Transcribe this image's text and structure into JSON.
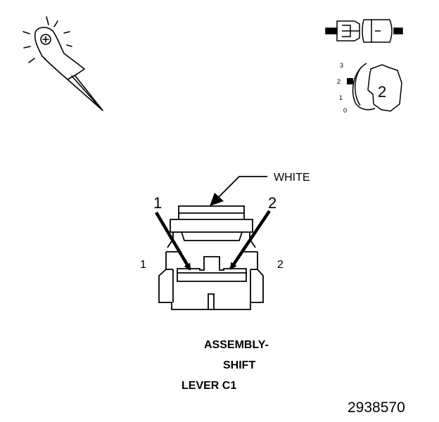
{
  "wire_color_label": "WHITE",
  "callouts": {
    "left": "1",
    "right": "2"
  },
  "pins": {
    "left": "1",
    "right": "2"
  },
  "caption": {
    "line1": "ASSEMBLY-",
    "line2": "SHIFT",
    "line3": "LEVER C1"
  },
  "figure_number": "2938570",
  "test_probe_icon": "test-probe-icon",
  "inline_connector_icon": "inline-connector-icon",
  "position_scale": {
    "ticks": [
      "3",
      "2",
      "1",
      "0"
    ],
    "badge": "2"
  }
}
